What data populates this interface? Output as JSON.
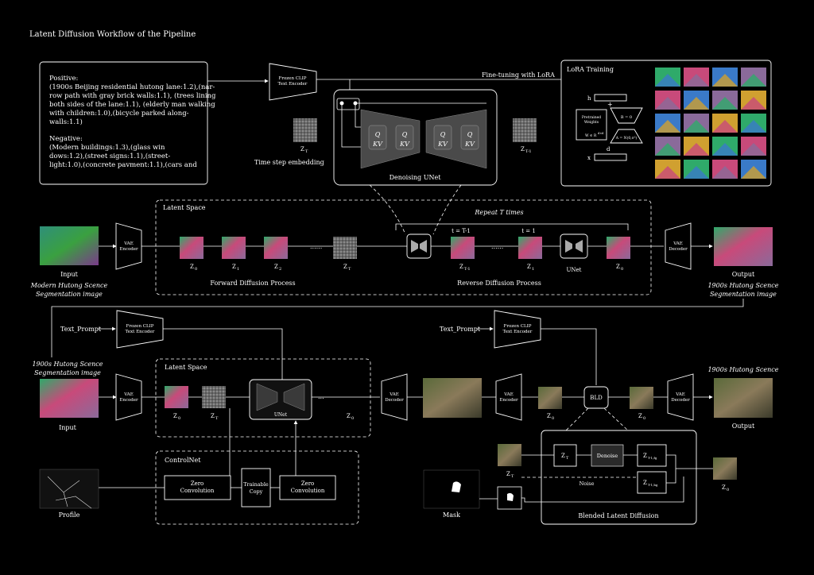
{
  "title": "Latent Diffusion Workflow of the Pipeline",
  "prompt": {
    "positive_label": "Positive:",
    "positive_lines": [
      "(1900s Beijing residential hutong lane:1.2),(nar-",
      "row path with gray brick walls:1.1), (trees lining",
      "both sides of the lane:1.1), (elderly man walking",
      "with children:1.0),(bicycle parked along-",
      "walls:1.1)"
    ],
    "negative_label": "Negative:",
    "negative_lines": [
      "(Modern buildings:1.3),(glass win",
      "dows:1.2),(street signs:1.1),(street-",
      "light:1.0),(concrete pavment:1.1),(cars and"
    ]
  },
  "top": {
    "clip_encoder": [
      "Frozen CLIP",
      "Text Encoder"
    ],
    "finetune_label": "Fine-tuning with LoRA",
    "zt_label": "Z",
    "zt_sub": "T",
    "zt1_label": "Z",
    "zt1_sub": "T-1",
    "time_embedding": "Time step embedding",
    "unet_label": "Denoising UNet",
    "qkv": [
      "Q",
      "KV"
    ]
  },
  "lora": {
    "title": "LoRA Training",
    "h": "h",
    "x": "x",
    "d": "d",
    "plus": "+",
    "pretrained": [
      "Pretrained",
      "Weights"
    ],
    "w": "W ∈ R",
    "w_sup": "d×d",
    "b": "B = 0",
    "a": "A = N(0,σ²)"
  },
  "mid": {
    "latent_space": "Latent Space",
    "repeat": "Repeat T times",
    "input_label": "Input",
    "input_caption": [
      "Modern Hutong Scence",
      "Segmentation image"
    ],
    "vae_encoder": [
      "VAE",
      "Encoder"
    ],
    "vae_decoder": [
      "VAE",
      "Decoder"
    ],
    "z_labels": [
      "Z",
      "Z",
      "Z",
      "Z"
    ],
    "z_subs": [
      "0",
      "1",
      "2",
      "T"
    ],
    "dots": "......",
    "forward": "Forward Diffusion Process",
    "reverse": "Reverse Diffusion Process",
    "t_t1": "t = T-1",
    "t_1": "t = 1",
    "zr_labels": [
      "Z",
      "Z",
      "Z"
    ],
    "zr_subs": [
      "T-1",
      "1",
      "0"
    ],
    "unet": "UNet",
    "output_label": "Output",
    "output_caption": [
      "1900s Hutong Scence",
      "Segmentation image"
    ]
  },
  "bottom_left": {
    "text_prompt": "Text_Prompt",
    "clip_encoder": [
      "Frozen CLIP",
      "Text Encoder"
    ],
    "input_caption": [
      "1900s Hutong Scence",
      "Segmentation image"
    ],
    "input_label": "Input",
    "vae_encoder": [
      "VAE",
      "Encoder"
    ],
    "latent_space": "Latent Space",
    "z0": "Z",
    "z0_sub": "0",
    "zt": "Z",
    "zt_sub": "T",
    "unet": "UNet",
    "dots": "...",
    "z0b": "Z",
    "z0b_sub": "0",
    "controlnet": "ControlNet",
    "zero_conv": [
      "Zero",
      "Convolution"
    ],
    "trainable": [
      "Trainable",
      "Copy"
    ],
    "profile": "Profile",
    "vae_decoder": [
      "VAE",
      "Decoder"
    ]
  },
  "bottom_right": {
    "text_prompt": "Text_Prompt",
    "clip_encoder": [
      "Frozen CLIP",
      "Text Encoder"
    ],
    "vae_encoder": [
      "VAE",
      "Encoder"
    ],
    "vae_decoder": [
      "VAE",
      "Decoder"
    ],
    "z0": "Z",
    "z0_sub": "0",
    "bld": "BLD",
    "z0b": "Z",
    "z0b_sub": "0",
    "output_title": "1900s Hutong Scence",
    "output_label": "Output",
    "zt": "Z",
    "zt_sub": "T",
    "z1": "Z",
    "z1_sub": "T",
    "denoise": "Denoise",
    "zfg": "Z",
    "zfg_sub": "T-1,fg",
    "zbg": "Z",
    "zbg_sub": "T-1,bg",
    "noise": "Noise",
    "mask": "Mask",
    "blended": "Blended Latent Diffusion",
    "z0c": "Z",
    "z0c_sub": "0"
  },
  "colors": {
    "background": "#000000",
    "line": "#ffffff",
    "gray_box": "#3a3a3a"
  }
}
